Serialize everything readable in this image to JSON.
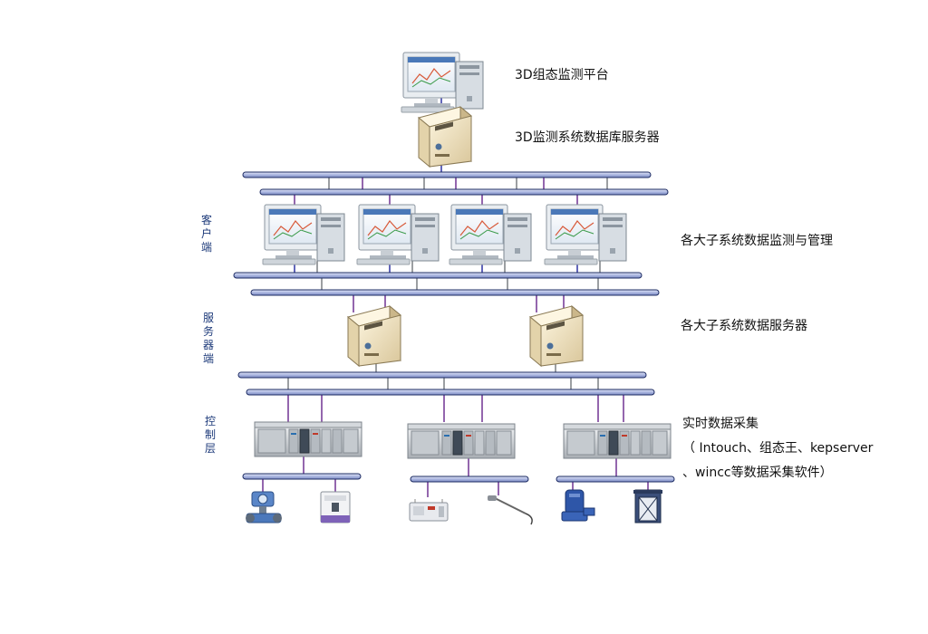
{
  "diagram": {
    "labels": {
      "platform": "3D组态监测平台",
      "db_server": "3D监测系统数据库服务器",
      "subsystem_monitor": "各大子系统数据监测与管理",
      "subsystem_server": "各大子系统数据服务器",
      "acquisition_title": "实时数据采集",
      "acquisition_line1": "（ Intouch、组态王、kepserver",
      "acquisition_line2": "、wincc等数据采集软件）"
    },
    "layers": {
      "client": [
        "客",
        "户",
        "端"
      ],
      "server": [
        "服",
        "务",
        "器",
        "端"
      ],
      "control": [
        "控",
        "制",
        "层"
      ]
    },
    "colors": {
      "bus_fill": "#b7c2e6",
      "bus_stroke": "#1e2c63",
      "link_blue": "#3b3fa8",
      "link_purple": "#7a3f9a",
      "layer_text": "#1d3a7a"
    }
  }
}
